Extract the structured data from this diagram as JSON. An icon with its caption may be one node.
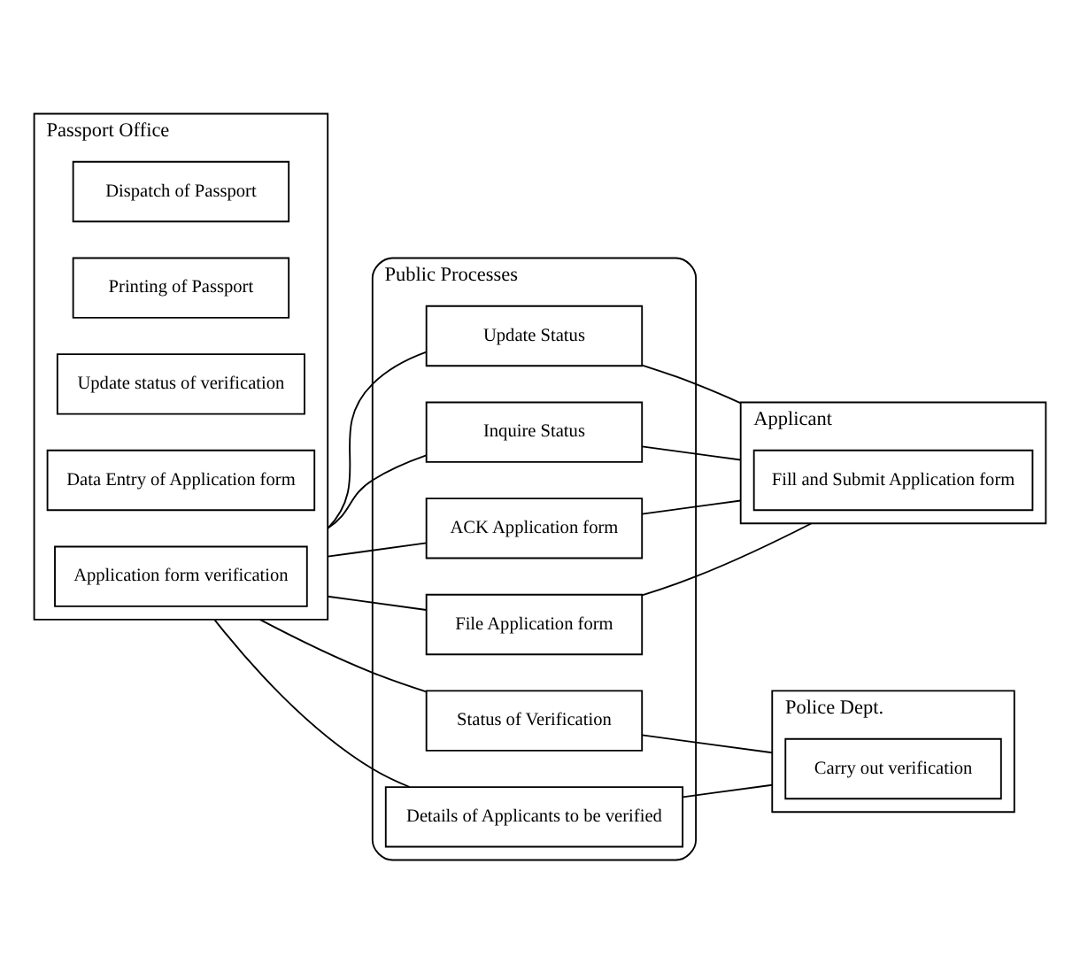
{
  "diagram": {
    "nodes": [
      {
        "text": [
          "Passport Office"
        ]
      },
      {
        "text": [
          "Application form verification"
        ],
        "in": 0
      },
      {
        "text": [
          "Data Entry of Application form"
        ],
        "in": 0
      },
      {
        "text": [
          "Update status of verification"
        ],
        "in": 0
      },
      {
        "text": [
          "Printing of Passport"
        ],
        "in": 0
      },
      {
        "text": [
          "Dispatch of Passport"
        ],
        "in": 0
      },
      {
        "text": [
          "Public Processes"
        ]
      },
      {
        "text": [
          "File Application form"
        ],
        "in": 6
      },
      {
        "text": [
          "ACK Application form"
        ],
        "in": 6
      },
      {
        "text": [
          "Inquire Status"
        ],
        "in": 6
      },
      {
        "text": [
          "Update Status"
        ],
        "in": 6
      },
      {
        "text": [
          "Details of Applicants to be verified"
        ],
        "in": 6
      },
      {
        "text": [
          "Status of Verification"
        ],
        "in": 6
      },
      {
        "text": [
          "Applicant"
        ]
      },
      {
        "text": [
          "Fill and Submit Application form"
        ],
        "in": 13
      },
      {
        "text": [
          "Police Dept."
        ]
      },
      {
        "text": [
          "Carry out verification"
        ],
        "in": 15
      }
    ],
    "edges": [
      {
        "from": 0,
        "to": 7,
        "arrow": "none"
      },
      {
        "from": 0,
        "to": 8,
        "arrow": "none"
      },
      {
        "from": 0,
        "to": 9,
        "arrow": "none"
      },
      {
        "from": 0,
        "to": 10,
        "arrow": "none"
      },
      {
        "from": 0,
        "to": 11,
        "arrow": "none"
      },
      {
        "from": 0,
        "to": 12,
        "arrow": "none"
      },
      {
        "from": 7,
        "to": 13,
        "arrow": "none"
      },
      {
        "from": 8,
        "to": 13,
        "arrow": "none"
      },
      {
        "from": 9,
        "to": 13,
        "arrow": "none"
      },
      {
        "from": 10,
        "to": 13,
        "arrow": "none"
      },
      {
        "from": 11,
        "to": 15,
        "arrow": "none"
      },
      {
        "from": 12,
        "to": 15,
        "arrow": "none"
      }
    ]
  }
}
